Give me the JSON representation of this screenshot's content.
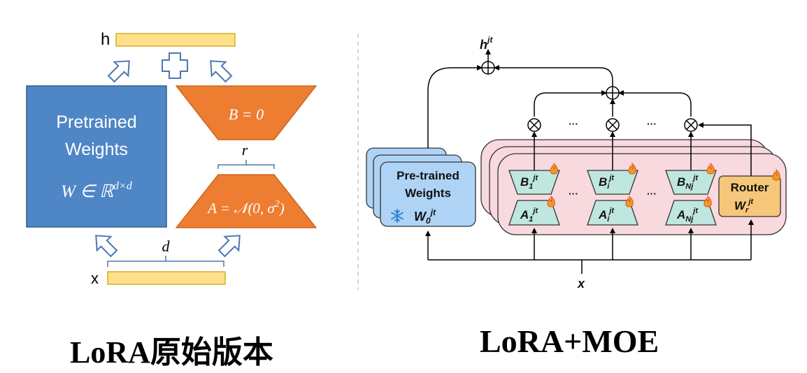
{
  "lora": {
    "h_label": "h",
    "x_label": "x",
    "pretrained_line1": "Pretrained",
    "pretrained_line2": "Weights",
    "w_formula_prefix": "W ∈ ℝ",
    "w_formula_sup": "d×d",
    "b_formula": "B = 0",
    "a_formula_main": "A = 𝒩(0, σ",
    "a_formula_sup": "2",
    "a_formula_end": ")",
    "r_label": "r",
    "d_label": "d",
    "caption": "LoRA原始版本"
  },
  "moe": {
    "h_label": "h",
    "h_sup": "jt",
    "x_label": "x",
    "pretrained_line1": "Pre-trained",
    "pretrained_line2": "Weights",
    "w0_label": "W",
    "w0_sub": "0",
    "w0_sup": "jt",
    "b_experts": [
      {
        "letter": "B",
        "sub": "1",
        "sup": "jt"
      },
      {
        "letter": "B",
        "sub": "i",
        "sup": "jt"
      },
      {
        "letter": "B",
        "sub": "Nj",
        "sup": "jt"
      }
    ],
    "a_experts": [
      {
        "letter": "A",
        "sub": "1",
        "sup": "jt"
      },
      {
        "letter": "A",
        "sub": "i",
        "sup": "jt"
      },
      {
        "letter": "A",
        "sub": "Nj",
        "sup": "jt"
      }
    ],
    "router_label": "Router",
    "router_w": "W",
    "router_sub": "r",
    "router_sup": "jt",
    "ellipsis": "···",
    "caption": "LoRA+MOE"
  },
  "colors": {
    "blue": "#4f86c6",
    "orange": "#ed7d31",
    "yellow": "#ffe08a",
    "light_blue": "#aed3f5",
    "pink": "#f8d9dd",
    "teal": "#bfe6df",
    "router": "#f6c77a"
  }
}
